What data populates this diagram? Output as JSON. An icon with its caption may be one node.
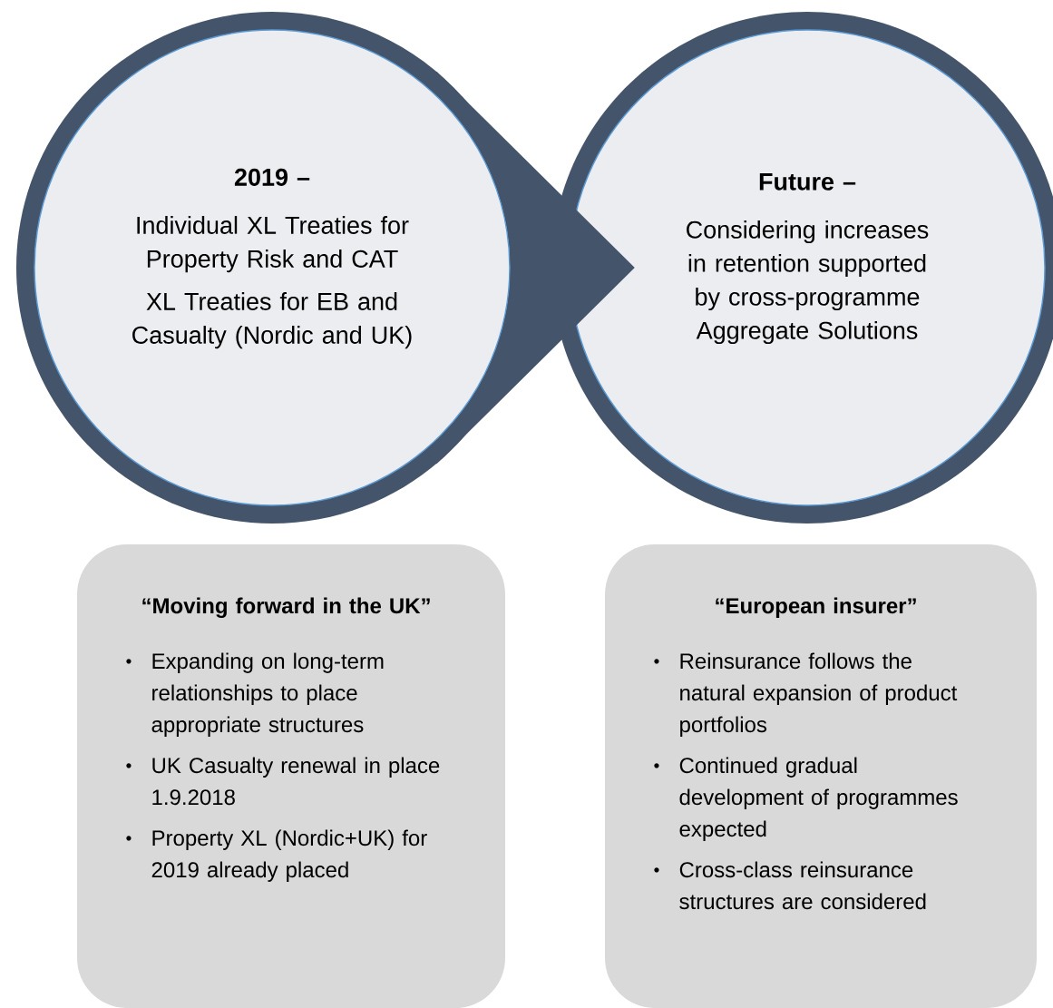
{
  "diagram": {
    "nodes": [
      {
        "text": [
          "2019 –",
          "Individual XL Treaties for Property Risk and CAT",
          "XL Treaties for EB and Casualty (Nordic and UK)"
        ]
      },
      {
        "text": [
          "Future –",
          "Considering increases in retention supported by cross-programme Aggregate Solutions"
        ]
      },
      {
        "text": [
          "“Moving forward in the UK”",
          "Expanding on long-term relationships to place appropriate structures",
          "UK Casualty renewal in place 1.9.2018",
          "Property XL (Nordic+UK) for 2019 already placed"
        ]
      },
      {
        "text": [
          "“European insurer”",
          "Reinsurance follows the natural expansion of product portfolios",
          "Continued gradual development of programmes expected",
          "Cross-class reinsurance structures are considered"
        ]
      }
    ],
    "edges": [
      {
        "from": 0,
        "to": 1,
        "arrow": "to"
      }
    ]
  }
}
